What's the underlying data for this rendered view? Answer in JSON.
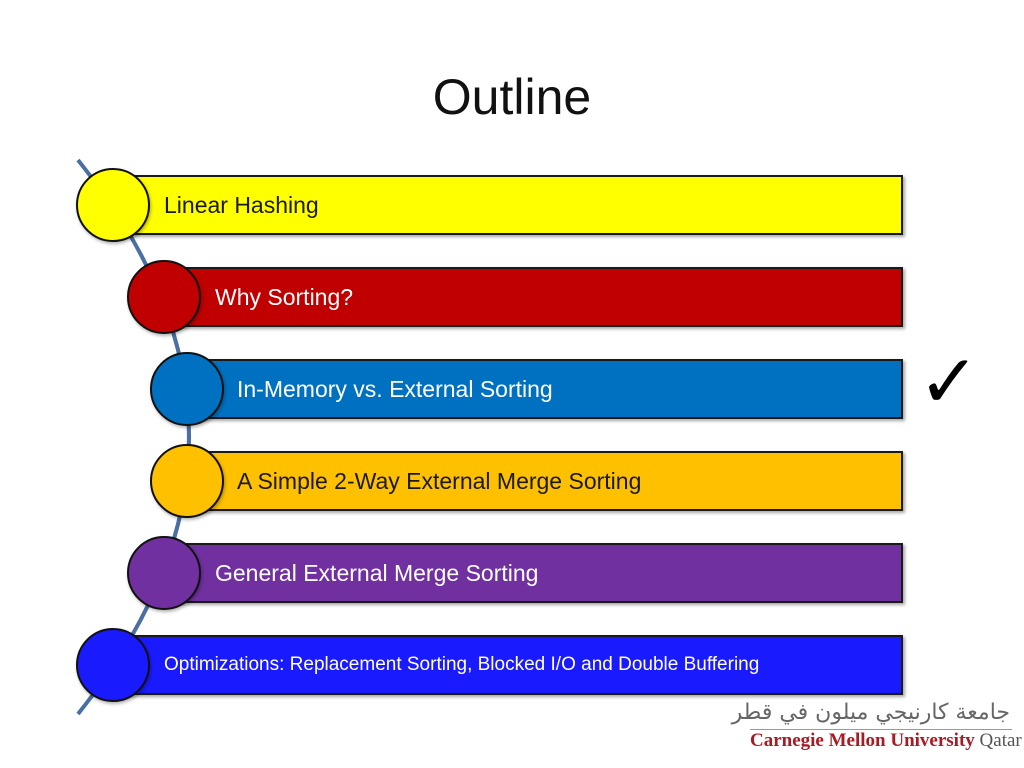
{
  "slide": {
    "title": "Outline"
  },
  "outline": {
    "items": [
      {
        "label": "Linear Hashing",
        "color": "#ffff00",
        "text_color": "#1a1a1a"
      },
      {
        "label": "Why Sorting?",
        "color": "#c00000",
        "text_color": "#ffffff"
      },
      {
        "label": "In-Memory vs. External Sorting",
        "color": "#0070c0",
        "text_color": "#ffffff"
      },
      {
        "label": "A Simple 2-Way External Merge Sorting",
        "color": "#ffc000",
        "text_color": "#1a1a1a"
      },
      {
        "label": "General External Merge Sorting",
        "color": "#7030a0",
        "text_color": "#ffffff"
      },
      {
        "label": "Optimizations: Replacement Sorting, Blocked I/O and Double Buffering",
        "color": "#1a1aff",
        "text_color": "#ffffff"
      }
    ],
    "completed_marker": {
      "icon": "checkmark-icon",
      "glyph": "✓",
      "item_index": 2
    },
    "arc_color": "#4a6fa5"
  },
  "logo": {
    "arabic": "جامعة كارنيجي ميلون في قطر",
    "english_main": "Carnegie Mellon University",
    "english_suffix": "Qatar"
  }
}
